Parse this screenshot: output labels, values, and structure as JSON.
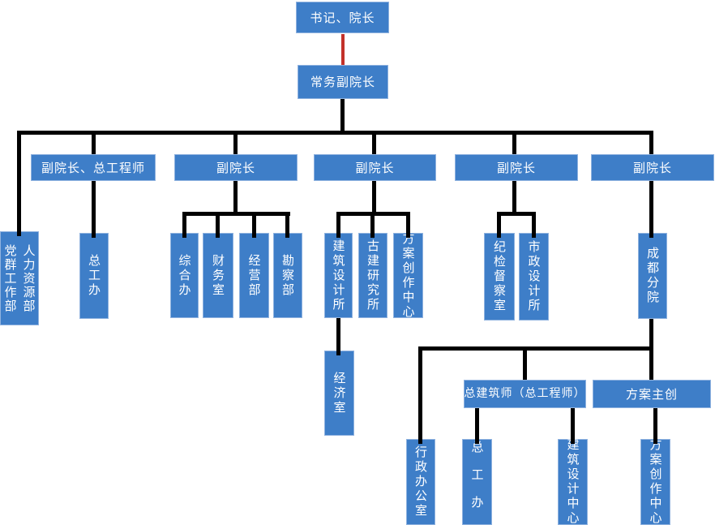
{
  "diagram": {
    "type": "org-chart",
    "colors": {
      "node_fill": "#3E7EC8",
      "node_border": "#8FB2DF",
      "node_text": "#FFFFFF",
      "connector": "#000000",
      "highlight_connector": "#C2312A"
    },
    "nodes": {
      "root": {
        "label": "书记、院长"
      },
      "vice_root": {
        "label": "常务副院长"
      },
      "vp_chief_engineer": {
        "label": "副院长、总工程师"
      },
      "vp1": {
        "label": "副院长"
      },
      "vp2": {
        "label": "副院长"
      },
      "vp3": {
        "label": "副院长"
      },
      "vp4": {
        "label": "副院长"
      },
      "party_mass": {
        "label": "党群工作部"
      },
      "hr_dept": {
        "label": "人力资源部"
      },
      "chief_eng_office_hq": {
        "label": "总工办"
      },
      "general_office": {
        "label": "综合办"
      },
      "finance_office": {
        "label": "财务室"
      },
      "business_dept": {
        "label": "经营部"
      },
      "survey_dept": {
        "label": "勘察部"
      },
      "arch_design_inst": {
        "label": "建筑设计所"
      },
      "ancient_arch_inst": {
        "label": "古建研究所"
      },
      "scheme_center_hq": {
        "label": "方案创作中心"
      },
      "economy_office": {
        "label": "经济室"
      },
      "discipline_office": {
        "label": "纪检督察室"
      },
      "municipal_design_inst": {
        "label": "市政设计所"
      },
      "chengdu_branch": {
        "label": "成都分院"
      },
      "chief_architect": {
        "label": "总建筑师（总工程师）"
      },
      "scheme_lead": {
        "label": "方案主创"
      },
      "admin_office": {
        "label": "行政办公室"
      },
      "chief_eng_office_cd": {
        "label": "总工办"
      },
      "arch_design_center": {
        "label": "建筑设计中心"
      },
      "scheme_center_cd": {
        "label": "方案创作中心"
      }
    },
    "edges": [
      {
        "from": "root",
        "to": "vice_root",
        "style": "red"
      },
      {
        "from": "vice_root",
        "to": "party_mass"
      },
      {
        "from": "vice_root",
        "to": "hr_dept"
      },
      {
        "from": "vice_root",
        "to": "vp_chief_engineer"
      },
      {
        "from": "vice_root",
        "to": "vp1"
      },
      {
        "from": "vice_root",
        "to": "vp2"
      },
      {
        "from": "vice_root",
        "to": "vp3"
      },
      {
        "from": "vice_root",
        "to": "vp4"
      },
      {
        "from": "vp_chief_engineer",
        "to": "chief_eng_office_hq"
      },
      {
        "from": "vp1",
        "to": "general_office"
      },
      {
        "from": "vp1",
        "to": "finance_office"
      },
      {
        "from": "vp1",
        "to": "business_dept"
      },
      {
        "from": "vp1",
        "to": "survey_dept"
      },
      {
        "from": "vp2",
        "to": "arch_design_inst"
      },
      {
        "from": "vp2",
        "to": "ancient_arch_inst"
      },
      {
        "from": "vp2",
        "to": "scheme_center_hq"
      },
      {
        "from": "arch_design_inst",
        "to": "economy_office"
      },
      {
        "from": "vp3",
        "to": "discipline_office"
      },
      {
        "from": "vp3",
        "to": "municipal_design_inst"
      },
      {
        "from": "vp4",
        "to": "chengdu_branch"
      },
      {
        "from": "chengdu_branch",
        "to": "admin_office"
      },
      {
        "from": "chengdu_branch",
        "to": "chief_architect"
      },
      {
        "from": "chengdu_branch",
        "to": "scheme_lead"
      },
      {
        "from": "chief_architect",
        "to": "chief_eng_office_cd"
      },
      {
        "from": "chief_architect",
        "to": "arch_design_center"
      },
      {
        "from": "scheme_lead",
        "to": "scheme_center_cd"
      }
    ]
  }
}
